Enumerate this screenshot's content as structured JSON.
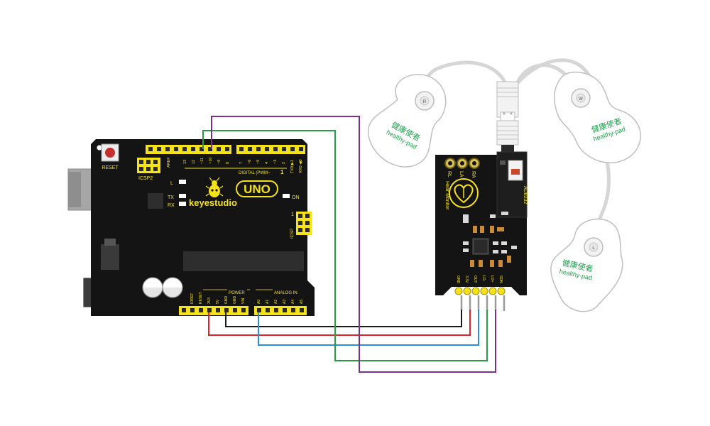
{
  "board": {
    "reset_label": "RESET",
    "icsp2_label": "ICSP2",
    "icsp_label": "ICSP",
    "aref_label": "AREF",
    "digital_label": "DIGITAL (PWM~",
    "digital_label_tail": "1",
    "logo_text": "UNO",
    "brand_text": "keyestudio",
    "led_l": "L",
    "led_tx": "TX",
    "led_rx": "RX",
    "led_on": "ON",
    "icsp_pin1": "1",
    "power_label": "POWER",
    "analog_label": "ANALOG IN",
    "top_pins": [
      "13",
      "12",
      "~11",
      "~10",
      "~9",
      "8",
      "7",
      "~6",
      "~5",
      "4",
      "~3",
      "2",
      "TX0 ▶1",
      "RX0 ◀0"
    ],
    "bottom_power_pins": [
      "IOREF",
      "RESET",
      "3V3",
      "5V",
      "GND",
      "GND",
      "VIN"
    ],
    "bottom_analog_pins": [
      "A0",
      "A1",
      "A2",
      "A3",
      "A4",
      "A5"
    ]
  },
  "module": {
    "title": "Hear Monitor",
    "chip_label": "AD8232",
    "jack_labels": [
      "RL",
      "LA",
      "RA"
    ],
    "pins": [
      "GND",
      "3.3V",
      "OUT",
      "LO-",
      "LO+",
      "SDN"
    ]
  },
  "pads": {
    "chinese_text": "健康使者",
    "brand_text": "healthy-pad",
    "letters": [
      "R",
      "W",
      "L"
    ]
  },
  "wire_colors": {
    "black": "#1a1a1a",
    "red": "#d9262a",
    "blue": "#2b8fd6",
    "green": "#2c9a44",
    "purple": "#7a2f8c"
  },
  "colors": {
    "board": "#141414",
    "header": "#f6e21b",
    "cable": "#d4d4d4"
  }
}
